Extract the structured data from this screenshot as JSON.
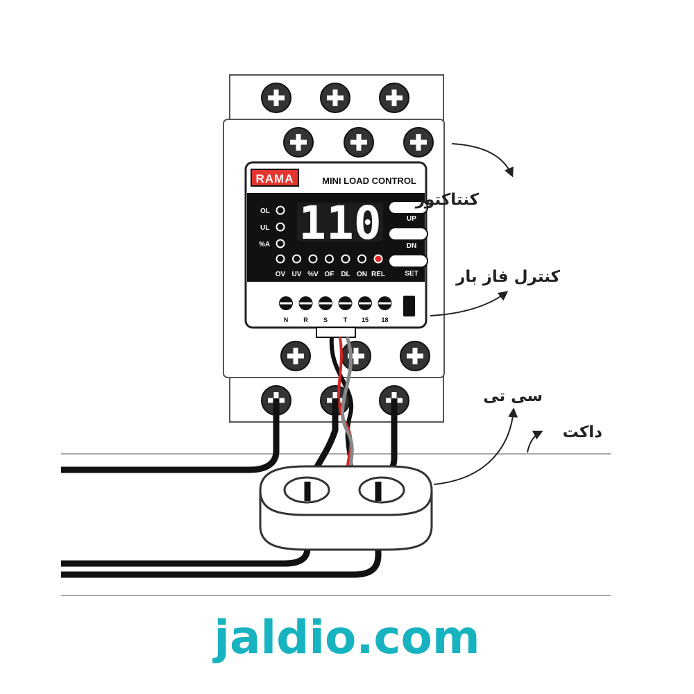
{
  "device": {
    "brand": "RAMA",
    "title": "MINI LOAD CONTROL",
    "display": "110",
    "left_indicators": [
      "OL",
      "UL",
      "%A"
    ],
    "bottom_indicators": [
      "OV",
      "UV",
      "%V",
      "OF",
      "DL",
      "ON",
      "REL"
    ],
    "active_indicator": "REL",
    "buttons": [
      "UP",
      "DN",
      "SET"
    ],
    "terminals": [
      "N",
      "R",
      "S",
      "T",
      "15",
      "18"
    ]
  },
  "labels": {
    "contactor": "کنتاکتور",
    "phase_control": "کنترل فاز بار",
    "ct": "سی تی",
    "duct": "داکت"
  },
  "footer": {
    "site": "jaldio.com"
  },
  "colors": {
    "indicator_active": "#e32626",
    "brand_box": "#e3362f",
    "wire_red": "#d62424",
    "wire_gray": "#888888",
    "footer_text": "#17b3c0"
  }
}
